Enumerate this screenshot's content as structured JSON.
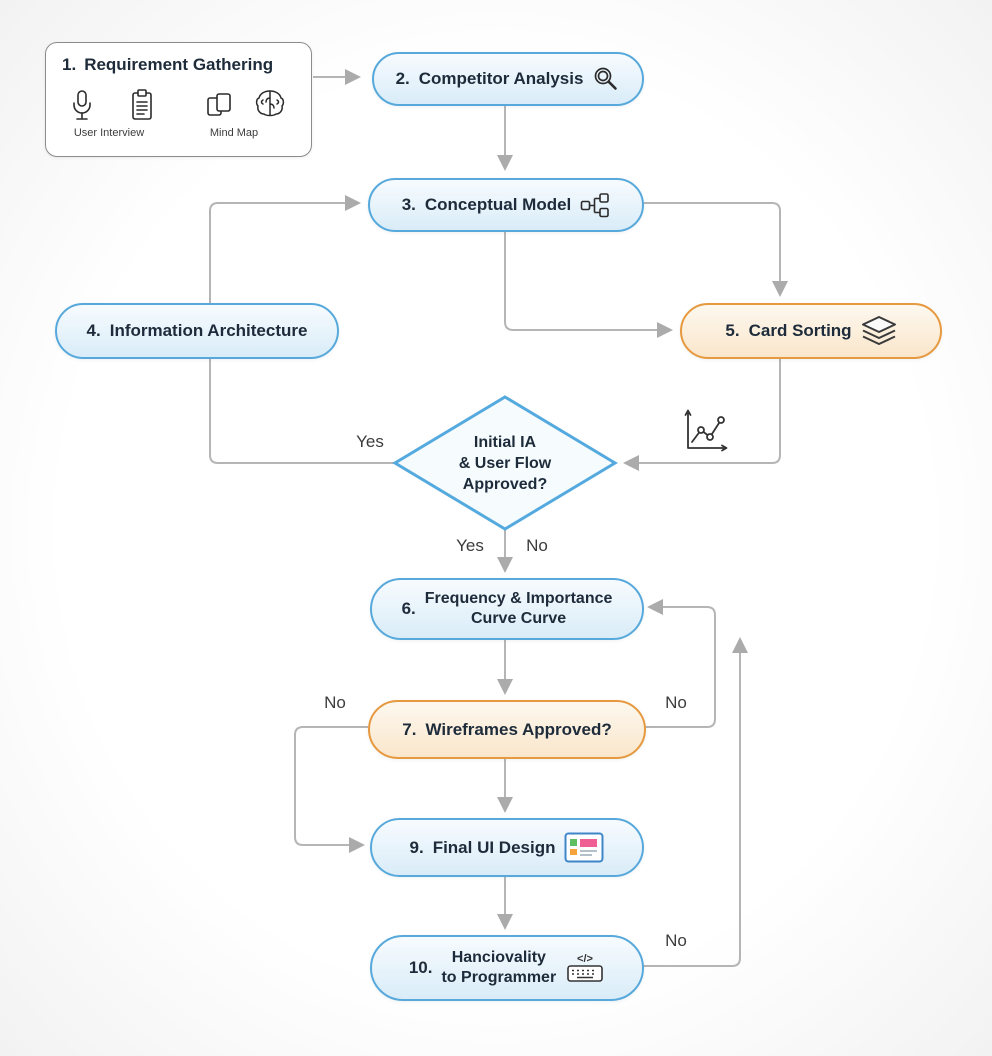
{
  "nodes": {
    "requirement_gathering": {
      "number": "1.",
      "label": "Requirement Gathering",
      "captions": {
        "user_interview": "User Interview",
        "mind_map": "Mind Map"
      }
    },
    "competitor_analysis": {
      "number": "2.",
      "label": "Competitor Analysis"
    },
    "conceptual_model": {
      "number": "3.",
      "label": "Conceptual Model"
    },
    "information_architecture": {
      "number": "4.",
      "label": "Information Architecture"
    },
    "card_sorting": {
      "number": "5.",
      "label": "Card Sorting"
    },
    "decision_ia": {
      "line1": "Initial IA",
      "line2": "& User Flow",
      "line3": "Approved?"
    },
    "frequency_importance": {
      "number": "6.",
      "line1": "Frequency & Importance",
      "line2": "Curve Curve"
    },
    "wireframes_approved": {
      "number": "7.",
      "label": "Wireframes Approved?"
    },
    "final_ui_design": {
      "number": "9.",
      "label": "Final UI Design"
    },
    "handover": {
      "number": "10.",
      "line1": "Hanciovality",
      "line2": "to Programmer"
    }
  },
  "edge_labels": {
    "yes_diamond_left": "Yes",
    "yes_below_diamond": "Yes",
    "no_below_diamond": "No",
    "no_left_wireframes": "No",
    "no_right_wireframes": "No",
    "no_bottom_right": "No"
  },
  "icons": {
    "code_glyph": "</>"
  },
  "colors": {
    "blue_border": "#57a9db",
    "orange_border": "#e6993f",
    "arrow": "#ababab",
    "text": "#1d2b3a"
  }
}
